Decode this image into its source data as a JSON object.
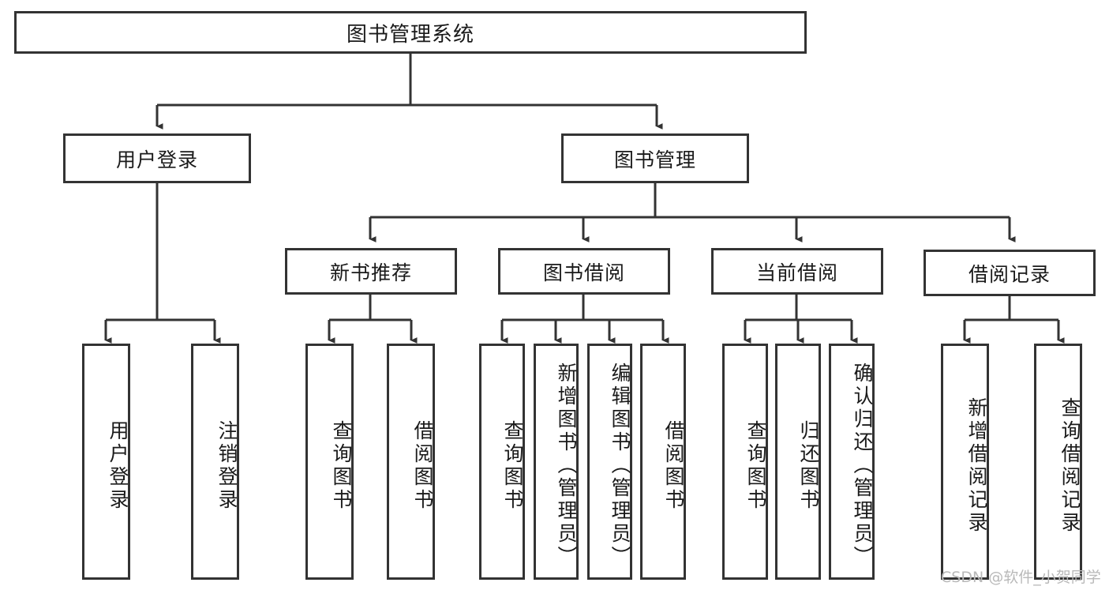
{
  "diagram": {
    "title_node": {
      "label": "图书管理系统"
    },
    "level2": [
      {
        "label": "用户登录"
      },
      {
        "label": "图书管理"
      }
    ],
    "level3": [
      {
        "label": "新书推荐"
      },
      {
        "label": "图书借阅"
      },
      {
        "label": "当前借阅"
      },
      {
        "label": "借阅记录"
      }
    ],
    "leaves": {
      "user_login": [
        {
          "label": "用户登录"
        },
        {
          "label": "注销登录"
        }
      ],
      "new_book_recommend": [
        {
          "label": "查询图书"
        },
        {
          "label": "借阅图书"
        }
      ],
      "book_borrow": [
        {
          "label": "查询图书"
        },
        {
          "label": "新增图书（管理员）"
        },
        {
          "label": "编辑图书（管理员）"
        },
        {
          "label": "借阅图书"
        }
      ],
      "current_borrow": [
        {
          "label": "查询图书"
        },
        {
          "label": "归还图书"
        },
        {
          "label": "确认归还（管理员）"
        }
      ],
      "borrow_record": [
        {
          "label": "新增借阅记录"
        },
        {
          "label": "查询借阅记录"
        }
      ]
    }
  },
  "watermark": {
    "text": "CSDN @软件_小贺同学"
  },
  "colors": {
    "stroke": "#333333",
    "background": "#ffffff",
    "text": "#1a1a1a",
    "watermark": "#b9b9b9"
  }
}
